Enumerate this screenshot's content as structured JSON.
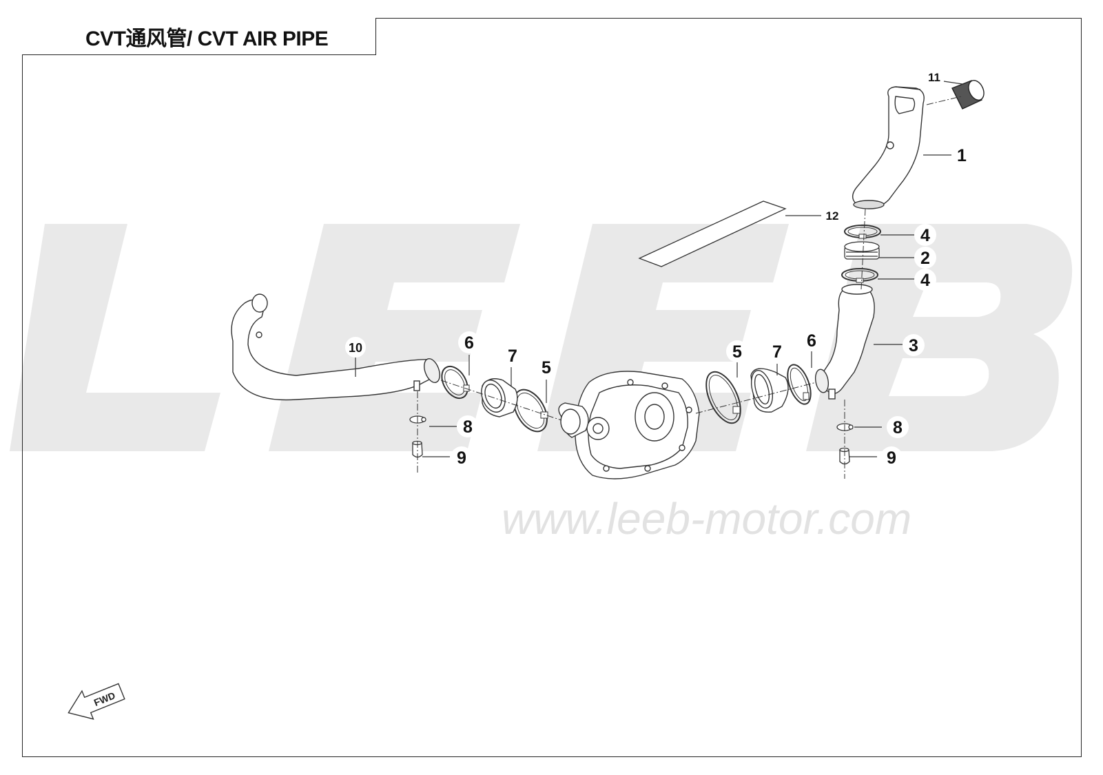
{
  "title": "CVT通风管/ CVT AIR PIPE",
  "watermark": {
    "logo_text": "LEEB",
    "url": "www.leeb-motor.com",
    "color": "#e6e6e6"
  },
  "fwd_label": "FWD",
  "callouts": [
    {
      "id": "c1",
      "label": "1"
    },
    {
      "id": "c2",
      "label": "2"
    },
    {
      "id": "c3",
      "label": "3"
    },
    {
      "id": "c4a",
      "label": "4"
    },
    {
      "id": "c4b",
      "label": "4"
    },
    {
      "id": "c5a",
      "label": "5"
    },
    {
      "id": "c5b",
      "label": "5"
    },
    {
      "id": "c6a",
      "label": "6"
    },
    {
      "id": "c6b",
      "label": "6"
    },
    {
      "id": "c7a",
      "label": "7"
    },
    {
      "id": "c7b",
      "label": "7"
    },
    {
      "id": "c8a",
      "label": "8"
    },
    {
      "id": "c8b",
      "label": "8"
    },
    {
      "id": "c9a",
      "label": "9"
    },
    {
      "id": "c9b",
      "label": "9"
    },
    {
      "id": "c10",
      "label": "10"
    },
    {
      "id": "c11",
      "label": "11"
    },
    {
      "id": "c12",
      "label": "12"
    }
  ]
}
